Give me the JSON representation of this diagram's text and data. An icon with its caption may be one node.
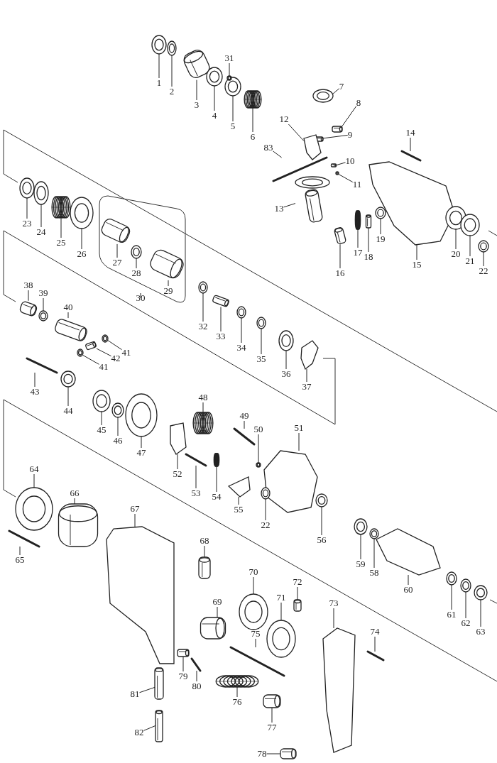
{
  "diagram": {
    "nodes": [
      {
        "text": [
          "1"
        ]
      },
      {
        "text": [
          "2"
        ]
      },
      {
        "text": [
          "3"
        ]
      },
      {
        "text": [
          "4"
        ]
      },
      {
        "text": [
          "5"
        ]
      },
      {
        "text": [
          "6"
        ]
      },
      {
        "text": [
          "7"
        ]
      },
      {
        "text": [
          "8"
        ]
      },
      {
        "text": [
          "9"
        ]
      },
      {
        "text": [
          "10"
        ]
      },
      {
        "text": [
          "11"
        ]
      },
      {
        "text": [
          "12"
        ]
      },
      {
        "text": [
          "13"
        ]
      },
      {
        "text": [
          "14"
        ]
      },
      {
        "text": [
          "15"
        ]
      },
      {
        "text": [
          "16"
        ]
      },
      {
        "text": [
          "17"
        ]
      },
      {
        "text": [
          "18"
        ]
      },
      {
        "text": [
          "19"
        ]
      },
      {
        "text": [
          "20"
        ]
      },
      {
        "text": [
          "21"
        ]
      },
      {
        "text": [
          "22"
        ]
      },
      {
        "text": [
          "23"
        ]
      },
      {
        "text": [
          "24"
        ]
      },
      {
        "text": [
          "25"
        ]
      },
      {
        "text": [
          "26"
        ]
      },
      {
        "text": [
          "27"
        ],
        "in": 113
      },
      {
        "text": [
          "28"
        ],
        "in": 113
      },
      {
        "text": [
          "29"
        ],
        "in": 113
      },
      {
        "text": [
          "30"
        ]
      },
      {
        "text": [
          "31"
        ]
      },
      {
        "text": [
          "32"
        ]
      },
      {
        "text": [
          "33"
        ]
      },
      {
        "text": [
          "34"
        ]
      },
      {
        "text": [
          "35"
        ]
      },
      {
        "text": [
          "36"
        ]
      },
      {
        "text": [
          "37"
        ]
      },
      {
        "text": [
          "38"
        ]
      },
      {
        "text": [
          "39"
        ]
      },
      {
        "text": [
          "40"
        ]
      },
      {
        "text": [
          "41"
        ]
      },
      {
        "text": [
          "41"
        ]
      },
      {
        "text": [
          "42"
        ]
      },
      {
        "text": [
          "43"
        ]
      },
      {
        "text": [
          "44"
        ]
      },
      {
        "text": [
          "45"
        ]
      },
      {
        "text": [
          "46"
        ]
      },
      {
        "text": [
          "47"
        ]
      },
      {
        "text": [
          "48"
        ]
      },
      {
        "text": [
          "49"
        ]
      },
      {
        "text": [
          "50"
        ]
      },
      {
        "text": [
          "51"
        ]
      },
      {
        "text": [
          "52"
        ]
      },
      {
        "text": [
          "53"
        ]
      },
      {
        "text": [
          "54"
        ]
      },
      {
        "text": [
          "55"
        ]
      },
      {
        "text": [
          "22"
        ]
      },
      {
        "text": [
          "56"
        ]
      },
      {
        "text": [
          "58"
        ]
      },
      {
        "text": [
          "59"
        ]
      },
      {
        "text": [
          "60"
        ]
      },
      {
        "text": [
          "61"
        ]
      },
      {
        "text": [
          "62"
        ]
      },
      {
        "text": [
          "63"
        ]
      },
      {
        "text": [
          "64"
        ]
      },
      {
        "text": [
          "65"
        ]
      },
      {
        "text": [
          "66"
        ]
      },
      {
        "text": [
          "67"
        ]
      },
      {
        "text": [
          "68"
        ]
      },
      {
        "text": [
          "69"
        ]
      },
      {
        "text": [
          "70"
        ]
      },
      {
        "text": [
          "71"
        ]
      },
      {
        "text": [
          "72"
        ]
      },
      {
        "text": [
          "73"
        ]
      },
      {
        "text": [
          "74"
        ]
      },
      {
        "text": [
          "75"
        ]
      },
      {
        "text": [
          "76"
        ]
      },
      {
        "text": [
          "77"
        ]
      },
      {
        "text": [
          "78"
        ]
      },
      {
        "text": [
          "79"
        ]
      },
      {
        "text": [
          "80"
        ]
      },
      {
        "text": [
          "81"
        ]
      },
      {
        "text": [
          "82"
        ]
      },
      {
        "text": [
          "83"
        ]
      },
      {
        "text": [],
        "shape": "picture"
      },
      {
        "text": [],
        "shape": "picture"
      },
      {
        "text": [],
        "shape": "picture"
      },
      {
        "text": [],
        "shape": "picture"
      },
      {
        "text": [],
        "shape": "picture"
      },
      {
        "text": [],
        "shape": "picture"
      },
      {
        "text": [],
        "shape": "picture"
      },
      {
        "text": [],
        "shape": "picture"
      },
      {
        "text": [],
        "shape": "picture"
      },
      {
        "text": [],
        "shape": "picture"
      },
      {
        "text": [],
        "shape": "picture"
      },
      {
        "text": [],
        "shape": "picture"
      },
      {
        "text": [],
        "shape": "picture"
      },
      {
        "text": [],
        "shape": "picture"
      },
      {
        "text": [],
        "shape": "picture"
      },
      {
        "text": [],
        "shape": "picture"
      },
      {
        "text": [],
        "shape": "picture"
      },
      {
        "text": [],
        "shape": "picture"
      },
      {
        "text": [],
        "shape": "picture"
      },
      {
        "text": [],
        "shape": "picture"
      },
      {
        "text": [],
        "shape": "picture"
      },
      {
        "text": [],
        "shape": "picture"
      },
      {
        "text": [],
        "shape": "picture"
      },
      {
        "text": [],
        "shape": "picture"
      },
      {
        "text": [],
        "shape": "picture"
      },
      {
        "text": [],
        "shape": "picture"
      },
      {
        "text": [],
        "shape": "picture",
        "in": 113
      },
      {
        "text": [],
        "shape": "picture",
        "in": 113
      },
      {
        "text": [],
        "shape": "picture",
        "in": 113
      },
      {
        "text": [],
        "shape": "box"
      },
      {
        "text": [],
        "shape": "picture"
      },
      {
        "text": [],
        "shape": "picture"
      },
      {
        "text": [],
        "shape": "picture"
      },
      {
        "text": [],
        "shape": "picture"
      },
      {
        "text": [],
        "shape": "picture"
      },
      {
        "text": [],
        "shape": "picture"
      },
      {
        "text": [],
        "shape": "picture"
      },
      {
        "text": [],
        "shape": "picture"
      },
      {
        "text": [],
        "shape": "picture"
      },
      {
        "text": [],
        "shape": "picture"
      },
      {
        "text": [],
        "shape": "picture"
      },
      {
        "text": [],
        "shape": "picture"
      },
      {
        "text": [],
        "shape": "picture"
      },
      {
        "text": [],
        "shape": "picture"
      },
      {
        "text": [],
        "shape": "picture"
      },
      {
        "text": [],
        "shape": "picture"
      },
      {
        "text": [],
        "shape": "picture"
      },
      {
        "text": [],
        "shape": "picture"
      },
      {
        "text": [],
        "shape": "picture"
      },
      {
        "text": [],
        "shape": "picture"
      },
      {
        "text": [],
        "shape": "picture"
      },
      {
        "text": [],
        "shape": "picture"
      },
      {
        "text": [],
        "shape": "picture"
      },
      {
        "text": [],
        "shape": "picture"
      },
      {
        "text": [],
        "shape": "picture"
      },
      {
        "text": [],
        "shape": "picture"
      },
      {
        "text": [],
        "shape": "picture"
      },
      {
        "text": [],
        "shape": "picture"
      },
      {
        "text": [],
        "shape": "picture"
      },
      {
        "text": [],
        "shape": "picture"
      },
      {
        "text": [],
        "shape": "picture"
      },
      {
        "text": [],
        "shape": "picture"
      },
      {
        "text": [],
        "shape": "picture"
      },
      {
        "text": [],
        "shape": "picture"
      },
      {
        "text": [],
        "shape": "picture"
      },
      {
        "text": [],
        "shape": "picture"
      },
      {
        "text": [],
        "shape": "picture"
      },
      {
        "text": [],
        "shape": "picture"
      },
      {
        "text": [],
        "shape": "picture"
      },
      {
        "text": [],
        "shape": "picture"
      },
      {
        "text": [],
        "shape": "picture"
      },
      {
        "text": [],
        "shape": "picture"
      },
      {
        "text": [],
        "shape": "picture"
      },
      {
        "text": [],
        "shape": "picture"
      },
      {
        "text": [],
        "shape": "picture"
      },
      {
        "text": [],
        "shape": "picture"
      },
      {
        "text": [],
        "shape": "picture"
      },
      {
        "text": [],
        "shape": "picture"
      },
      {
        "text": [],
        "shape": "picture"
      },
      {
        "text": [],
        "shape": "picture"
      },
      {
        "text": [],
        "shape": "picture"
      },
      {
        "text": [],
        "shape": "picture"
      },
      {
        "text": [],
        "shape": "picture"
      },
      {
        "text": [],
        "shape": "picture"
      }
    ],
    "edges": [
      {
        "from": 0,
        "to": 84,
        "arrow": "none"
      },
      {
        "from": 1,
        "to": 85,
        "arrow": "none"
      },
      {
        "from": 2,
        "to": 86,
        "arrow": "none"
      },
      {
        "from": 3,
        "to": 87,
        "arrow": "none"
      },
      {
        "from": 4,
        "to": 88,
        "arrow": "none"
      },
      {
        "from": 5,
        "to": 89,
        "arrow": "none"
      },
      {
        "from": 6,
        "to": 90,
        "arrow": "none"
      },
      {
        "from": 7,
        "to": 91,
        "arrow": "none"
      },
      {
        "from": 8,
        "to": 92,
        "arrow": "none"
      },
      {
        "from": 9,
        "to": 93,
        "arrow": "none"
      },
      {
        "from": 10,
        "to": 94,
        "arrow": "none"
      },
      {
        "from": 11,
        "to": 95,
        "arrow": "none"
      },
      {
        "from": 12,
        "to": 96,
        "arrow": "none"
      },
      {
        "from": 13,
        "to": 97,
        "arrow": "none"
      },
      {
        "from": 14,
        "to": 98,
        "arrow": "none"
      },
      {
        "from": 15,
        "to": 99,
        "arrow": "none"
      },
      {
        "from": 16,
        "to": 100,
        "arrow": "none"
      },
      {
        "from": 17,
        "to": 101,
        "arrow": "none"
      },
      {
        "from": 18,
        "to": 102,
        "arrow": "none"
      },
      {
        "from": 19,
        "to": 103,
        "arrow": "none"
      },
      {
        "from": 20,
        "to": 104,
        "arrow": "none"
      },
      {
        "from": 21,
        "to": 105,
        "arrow": "none"
      },
      {
        "from": 22,
        "to": 106,
        "arrow": "none"
      },
      {
        "from": 23,
        "to": 107,
        "arrow": "none"
      },
      {
        "from": 24,
        "to": 108,
        "arrow": "none"
      },
      {
        "from": 25,
        "to": 109,
        "arrow": "none"
      },
      {
        "from": 26,
        "to": 110,
        "arrow": "none"
      },
      {
        "from": 27,
        "to": 111,
        "arrow": "none"
      },
      {
        "from": 28,
        "to": 112,
        "arrow": "none"
      },
      {
        "from": 29,
        "to": 113,
        "arrow": "none"
      },
      {
        "from": 30,
        "to": 114,
        "arrow": "none"
      },
      {
        "from": 31,
        "to": 115,
        "arrow": "none"
      },
      {
        "from": 32,
        "to": 116,
        "arrow": "none"
      },
      {
        "from": 33,
        "to": 117,
        "arrow": "none"
      },
      {
        "from": 34,
        "to": 118,
        "arrow": "none"
      },
      {
        "from": 35,
        "to": 119,
        "arrow": "none"
      },
      {
        "from": 36,
        "to": 120,
        "arrow": "none"
      },
      {
        "from": 37,
        "to": 121,
        "arrow": "none"
      },
      {
        "from": 38,
        "to": 122,
        "arrow": "none"
      },
      {
        "from": 39,
        "to": 123,
        "arrow": "none"
      },
      {
        "from": 40,
        "to": 124,
        "arrow": "none"
      },
      {
        "from": 41,
        "to": 125,
        "arrow": "none"
      },
      {
        "from": 42,
        "to": 126,
        "arrow": "none"
      },
      {
        "from": 43,
        "to": 127,
        "arrow": "none"
      },
      {
        "from": 44,
        "to": 128,
        "arrow": "none"
      },
      {
        "from": 45,
        "to": 129,
        "arrow": "none"
      },
      {
        "from": 46,
        "to": 130,
        "arrow": "none"
      },
      {
        "from": 47,
        "to": 131,
        "arrow": "none"
      },
      {
        "from": 48,
        "to": 132,
        "arrow": "none"
      },
      {
        "from": 49,
        "to": 133,
        "arrow": "none"
      },
      {
        "from": 50,
        "to": 134,
        "arrow": "none"
      },
      {
        "from": 51,
        "to": 135,
        "arrow": "none"
      },
      {
        "from": 52,
        "to": 136,
        "arrow": "none"
      },
      {
        "from": 53,
        "to": 137,
        "arrow": "none"
      },
      {
        "from": 54,
        "to": 138,
        "arrow": "none"
      },
      {
        "from": 55,
        "to": 139,
        "arrow": "none"
      },
      {
        "from": 56,
        "to": 140,
        "arrow": "none"
      },
      {
        "from": 57,
        "to": 141,
        "arrow": "none"
      },
      {
        "from": 58,
        "to": 142,
        "arrow": "none"
      },
      {
        "from": 59,
        "to": 143,
        "arrow": "none"
      },
      {
        "from": 60,
        "to": 144,
        "arrow": "none"
      },
      {
        "from": 61,
        "to": 145,
        "arrow": "none"
      },
      {
        "from": 62,
        "to": 146,
        "arrow": "none"
      },
      {
        "from": 63,
        "to": 147,
        "arrow": "none"
      },
      {
        "from": 64,
        "to": 148,
        "arrow": "none"
      },
      {
        "from": 65,
        "to": 149,
        "arrow": "none"
      },
      {
        "from": 66,
        "to": 150,
        "arrow": "none"
      },
      {
        "from": 67,
        "to": 151,
        "arrow": "none"
      },
      {
        "from": 68,
        "to": 152,
        "arrow": "none"
      },
      {
        "from": 69,
        "to": 153,
        "arrow": "none"
      },
      {
        "from": 70,
        "to": 154,
        "arrow": "none"
      },
      {
        "from": 71,
        "to": 155,
        "arrow": "none"
      },
      {
        "from": 72,
        "to": 156,
        "arrow": "none"
      },
      {
        "from": 73,
        "to": 157,
        "arrow": "none"
      },
      {
        "from": 74,
        "to": 158,
        "arrow": "none"
      },
      {
        "from": 75,
        "to": 159,
        "arrow": "none"
      },
      {
        "from": 76,
        "to": 160,
        "arrow": "none"
      },
      {
        "from": 77,
        "to": 161,
        "arrow": "none"
      },
      {
        "from": 78,
        "to": 162,
        "arrow": "none"
      },
      {
        "from": 79,
        "to": 163,
        "arrow": "none"
      },
      {
        "from": 80,
        "to": 164,
        "arrow": "none"
      },
      {
        "from": 81,
        "to": 165,
        "arrow": "none"
      },
      {
        "from": 82,
        "to": 166,
        "arrow": "none"
      },
      {
        "from": 83,
        "to": 167,
        "arrow": "none"
      }
    ]
  }
}
